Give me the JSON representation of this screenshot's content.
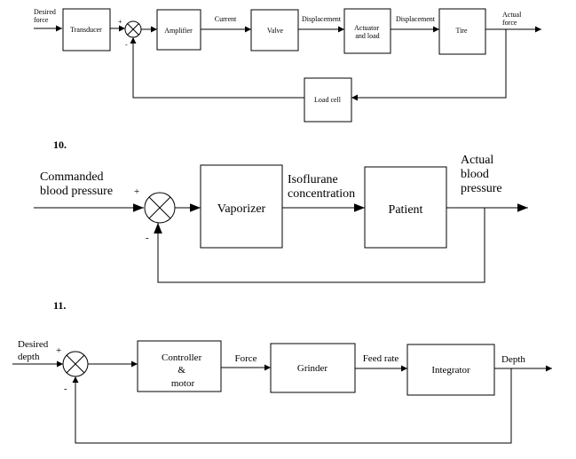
{
  "diagram1": {
    "input_label": [
      "Desired",
      "force"
    ],
    "plus": "+",
    "minus": "-",
    "transducer": "Transducer",
    "amplifier": "Amplifier",
    "valve": "Valve",
    "actuator": [
      "Actuator",
      "and load"
    ],
    "tire": "Tire",
    "load_cell": "Load cell",
    "signal_current": "Current",
    "signal_displacement_1": "Displacement",
    "signal_displacement_2": "Displacement",
    "output_label": [
      "Actual",
      "force"
    ]
  },
  "diagram2": {
    "number": "10.",
    "input_label": [
      "Commanded",
      "blood pressure"
    ],
    "plus": "+",
    "minus": "-",
    "vaporizer": "Vaporizer",
    "patient": "Patient",
    "signal_isoflurane": [
      "Isoflurane",
      "concentration"
    ],
    "output_label": [
      "Actual",
      "blood",
      "pressure"
    ]
  },
  "diagram3": {
    "number": "11.",
    "input_label": [
      "Desired",
      "depth"
    ],
    "plus": "+",
    "minus": "-",
    "controller": [
      "Controller",
      "&",
      "motor"
    ],
    "grinder": "Grinder",
    "integrator": "Integrator",
    "signal_force": "Force",
    "signal_feed_rate": "Feed rate",
    "output_label": "Depth"
  }
}
